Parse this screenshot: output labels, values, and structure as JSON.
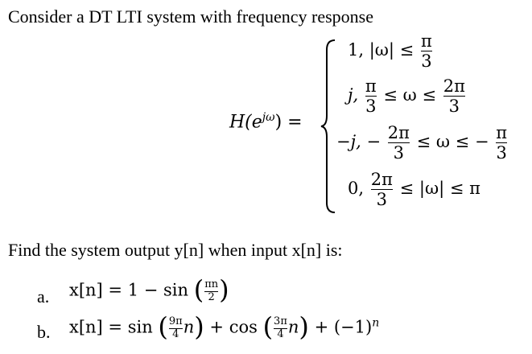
{
  "intro": "Consider a DT LTI system with frequency response",
  "system": {
    "lhs": "H(e",
    "lhs_exp": "jω",
    "lhs_close": ") =",
    "cases": [
      {
        "value": "1,",
        "cond_pre": "|ω| ≤",
        "frac_num": "π",
        "frac_den": "3"
      },
      {
        "value": "j,",
        "lo_num": "π",
        "lo_den": "3",
        "mid": "≤ ω ≤",
        "hi_num": "2π",
        "hi_den": "3"
      },
      {
        "value": "−j, −",
        "lo_num": "2π",
        "lo_den": "3",
        "mid": "≤ ω ≤ −",
        "hi_num": "π",
        "hi_den": "3"
      },
      {
        "value": "0,",
        "lo_num": "2π",
        "lo_den": "3",
        "cond_post": "≤ |ω| ≤ π"
      }
    ]
  },
  "question": "Find the system output y[n] when input x[n] is:",
  "items": {
    "a": {
      "label": "a.",
      "lhs": "x[n] = 1 − sin",
      "num": "πn",
      "den": "2"
    },
    "b": {
      "label": "b.",
      "lhs": "x[n] = sin",
      "t1_num": "9π",
      "t1_den": "4",
      "n": "n",
      "plus1": "+ cos",
      "t2_num": "3π",
      "t2_den": "4",
      "tail": "+ (−1)",
      "tail_exp": "n"
    }
  }
}
